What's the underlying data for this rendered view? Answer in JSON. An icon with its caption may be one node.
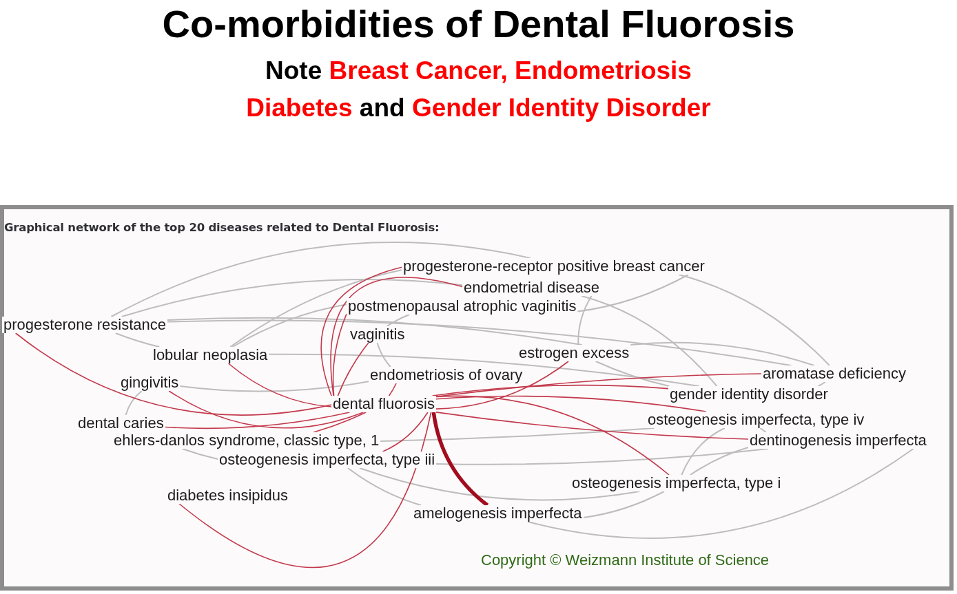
{
  "diagram": {
    "title": "Co-morbidities of Dental Fluorosis",
    "nodes": [
      {
        "text": [
          "progesterone-receptor positive breast cancer"
        ]
      },
      {
        "text": [
          "endometrial disease"
        ]
      },
      {
        "text": [
          "postmenopausal atrophic vaginitis"
        ]
      },
      {
        "text": [
          "progesterone resistance"
        ]
      },
      {
        "text": [
          "vaginitis"
        ]
      },
      {
        "text": [
          "lobular neoplasia"
        ]
      },
      {
        "text": [
          "estrogen excess"
        ]
      },
      {
        "text": [
          "endometriosis of ovary"
        ]
      },
      {
        "text": [
          "aromatase deficiency"
        ]
      },
      {
        "text": [
          "gingivitis"
        ]
      },
      {
        "text": [
          "gender identity disorder"
        ]
      },
      {
        "text": [
          "dental fluorosis"
        ]
      },
      {
        "text": [
          "osteogenesis imperfecta, type iv"
        ]
      },
      {
        "text": [
          "dental caries"
        ]
      },
      {
        "text": [
          "ehlers-danlos syndrome, classic type, 1"
        ]
      },
      {
        "text": [
          "dentinogenesis imperfecta"
        ]
      },
      {
        "text": [
          "osteogenesis imperfecta, type iii"
        ]
      },
      {
        "text": [
          "osteogenesis imperfecta, type i"
        ]
      },
      {
        "text": [
          "diabetes insipidus"
        ]
      },
      {
        "text": [
          "amelogenesis imperfecta"
        ]
      }
    ],
    "edges": [
      {
        "from": 11,
        "to": 0,
        "arrow": "none",
        "color": "#c23a4c"
      },
      {
        "from": 11,
        "to": 1,
        "arrow": "none",
        "color": "#c23a4c"
      },
      {
        "from": 11,
        "to": 2,
        "arrow": "none",
        "color": "#c23a4c"
      },
      {
        "from": 11,
        "to": 3,
        "arrow": "none",
        "color": "#c23a4c"
      },
      {
        "from": 11,
        "to": 4,
        "arrow": "none",
        "color": "#c23a4c"
      },
      {
        "from": 11,
        "to": 5,
        "arrow": "none",
        "color": "#c23a4c"
      },
      {
        "from": 11,
        "to": 6,
        "arrow": "none",
        "color": "#c23a4c"
      },
      {
        "from": 11,
        "to": 7,
        "arrow": "none",
        "color": "#c23a4c"
      },
      {
        "from": 11,
        "to": 8,
        "arrow": "none",
        "color": "#c23a4c"
      },
      {
        "from": 11,
        "to": 9,
        "arrow": "none",
        "color": "#c23a4c"
      },
      {
        "from": 11,
        "to": 10,
        "arrow": "none",
        "color": "#c23a4c"
      },
      {
        "from": 11,
        "to": 12,
        "arrow": "none",
        "color": "#c23a4c"
      },
      {
        "from": 11,
        "to": 13,
        "arrow": "none",
        "color": "#c23a4c"
      },
      {
        "from": 11,
        "to": 14,
        "arrow": "none",
        "color": "#c23a4c"
      },
      {
        "from": 11,
        "to": 15,
        "arrow": "none",
        "color": "#c23a4c"
      },
      {
        "from": 11,
        "to": 16,
        "arrow": "none",
        "color": "#c23a4c"
      },
      {
        "from": 11,
        "to": 17,
        "arrow": "none",
        "color": "#c23a4c"
      },
      {
        "from": 11,
        "to": 18,
        "arrow": "none",
        "color": "#c23a4c"
      },
      {
        "from": 11,
        "to": 19,
        "arrow": "none",
        "style": "thick",
        "color": "#a10d1e"
      },
      {
        "from": 3,
        "to": 0,
        "arrow": "none"
      },
      {
        "from": 3,
        "to": 8,
        "arrow": "none"
      },
      {
        "from": 3,
        "to": 1,
        "arrow": "none"
      },
      {
        "from": 3,
        "to": 5,
        "arrow": "none"
      },
      {
        "from": 3,
        "to": 6,
        "arrow": "none"
      },
      {
        "from": 5,
        "to": 0,
        "arrow": "none"
      },
      {
        "from": 5,
        "to": 2,
        "arrow": "none"
      },
      {
        "from": 5,
        "to": 10,
        "arrow": "none"
      },
      {
        "from": 9,
        "to": 13,
        "arrow": "none"
      },
      {
        "from": 9,
        "to": 7,
        "arrow": "none"
      },
      {
        "from": 0,
        "to": 8,
        "arrow": "none"
      },
      {
        "from": 1,
        "to": 6,
        "arrow": "none"
      },
      {
        "from": 1,
        "to": 10,
        "arrow": "none"
      },
      {
        "from": 2,
        "to": 4,
        "arrow": "none"
      },
      {
        "from": 4,
        "to": 7,
        "arrow": "none"
      },
      {
        "from": 6,
        "to": 8,
        "arrow": "none"
      },
      {
        "from": 6,
        "to": 10,
        "arrow": "none"
      },
      {
        "from": 10,
        "to": 8,
        "arrow": "none"
      },
      {
        "from": 12,
        "to": 15,
        "arrow": "none"
      },
      {
        "from": 17,
        "to": 12,
        "arrow": "none"
      },
      {
        "from": 17,
        "to": 15,
        "arrow": "none"
      },
      {
        "from": 16,
        "to": 19,
        "arrow": "none"
      },
      {
        "from": 16,
        "to": 17,
        "arrow": "none"
      },
      {
        "from": 19,
        "to": 17,
        "arrow": "none"
      },
      {
        "from": 19,
        "to": 15,
        "arrow": "none"
      },
      {
        "from": 14,
        "to": 16,
        "arrow": "none"
      },
      {
        "from": 14,
        "to": 12,
        "arrow": "none"
      },
      {
        "from": 16,
        "to": 15,
        "arrow": "none"
      },
      {
        "from": 0,
        "to": 2,
        "arrow": "none"
      }
    ],
    "labels": [
      "Note **Breast Cancer, Endometriosis Diabetes** and **Gender Identity Disorder**",
      "Graphical network of the top 20 diseases related to Dental Fluorosis:",
      "Copyright © Weizmann Institute of Science"
    ]
  }
}
